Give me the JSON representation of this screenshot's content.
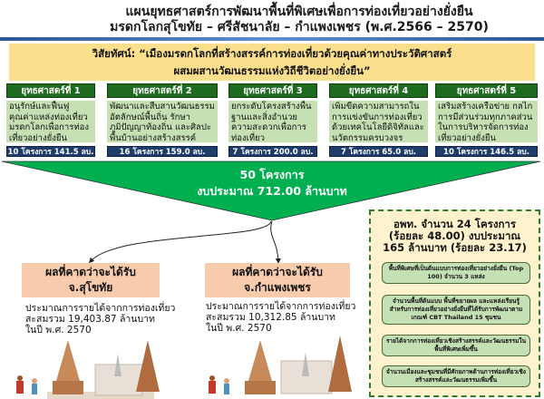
{
  "header": {
    "title_line1": "แผนยุทธศาสตร์การพัฒนาพื้นที่พิเศษเพื่อการท่องเที่ยวอย่างยั่งยืน",
    "title_line2": "มรดกโลกสุโขทัย – ศรีสัชนาลัย – กำแพงเพชร (พ.ศ.2566 – 2570)"
  },
  "vision": {
    "line1": "วิสัยทัศน์: “เมืองมรดกโลกที่สร้างสรรค์การท่องเที่ยวด้วยคุณค่าทางประวัติศาสตร์",
    "line2": "ผสมผสานวัฒนธรรมแห่งวิถีชีวิตอย่างยั่งยืน”"
  },
  "strategies": [
    {
      "title": "ยุทธศาสตร์ที่ 1",
      "desc": "อนุรักษ์และฟื้นฟูคุณค่าแหล่งท่องเที่ยวมรดกโลกเพื่อการท่องเที่ยวอย่างยั่งยืน",
      "budget": "10 โครงการ 141.5 ลบ."
    },
    {
      "title": "ยุทธศาสตร์ที่ 2",
      "desc": "พัฒนาและสืบสานวัฒนธรรมอัตลักษณ์พื้นถิ่น รักษาภูมิปัญญาท้องถิ่น และศิลปะพื้นบ้านอย่างสร้างสรรค์",
      "budget": "16 โครงการ 159.0 ลบ."
    },
    {
      "title": "ยุทธศาสตร์ที่ 3",
      "desc": "ยกระดับโครงสร้างพื้นฐานและสิ่งอำนวยความสะดวกเพื่อการท่องเที่ยว",
      "budget": "7 โครงการ 200.0 ลบ."
    },
    {
      "title": "ยุทธศาสตร์ที่ 4",
      "desc": "เพิ่มขีดความสามารถในการแข่งขันการท่องเที่ยวด้วยเทคโนโลยีดิจิทัลและนวัตกรรมครบวงจร",
      "budget": "7 โครงการ 65.0 ลบ."
    },
    {
      "title": "ยุทธศาสตร์ที่ 5",
      "desc": "เสริมสร้างเครือข่าย กลไกการมีส่วนร่วมทุกภาคส่วนในการบริหารจัดการท่องเที่ยวอย่างยั่งยืน",
      "budget": "10 โครงการ 146.5 ลบ."
    }
  ],
  "total": {
    "projects": "50 โครงการ",
    "budget": "งบประมาณ 712.00 ล้านบาท"
  },
  "outcomes": [
    {
      "head1": "ผลที่คาดว่าจะได้รับ",
      "head2": "จ.สุโขทัย",
      "text1": "ประมาณการรายได้จากการท่องเที่ยว",
      "text2": "สะสมรวม 19,403.87 ล้านบาท",
      "text3": "ในปี พ.ศ. 2570"
    },
    {
      "head1": "ผลที่คาดว่าจะได้รับ",
      "head2": "จ.กำแพงเพชร",
      "text1": "ประมาณการรายได้จากการท่องเที่ยว",
      "text2": "สะสมรวม 10,312.85 ล้านบาท",
      "text3": "ในปี พ.ศ. 2570"
    }
  ],
  "dasta": {
    "line1": "อพท.  จำนวน 24 โครงการ",
    "line2": "(ร้อยละ 48.00) งบประมาณ",
    "line3": "165 ล้านบาท (ร้อยละ 23.17)",
    "items": [
      "พื้นที่พิเศษที่เป็นต้นแบบการท่องเที่ยวอย่างยั่งยืน (Top 100) จำนวน 3 แหล่ง",
      "จำนวนพื้นที่ต้นแบบ พื้นที่ขยายผล และแหล่งเรียนรู้ สำหรับการท่องเที่ยวอย่างยั่งยืนที่ได้รับการพัฒนาตามเกณฑ์ CBT Thailand 15 ชุมชน",
      "รายได้จากการท่องเที่ยวเชิงสร้างสรรค์และวัฒนธรรมในพื้นที่พิเศษเพิ่มขึ้น",
      "จำนวนเมืองและชุมชนที่มีศักยภาพด้านการท่องเที่ยวเชิงสร้างสรรค์และวัฒนธรรมเพิ่มขึ้น"
    ]
  }
}
